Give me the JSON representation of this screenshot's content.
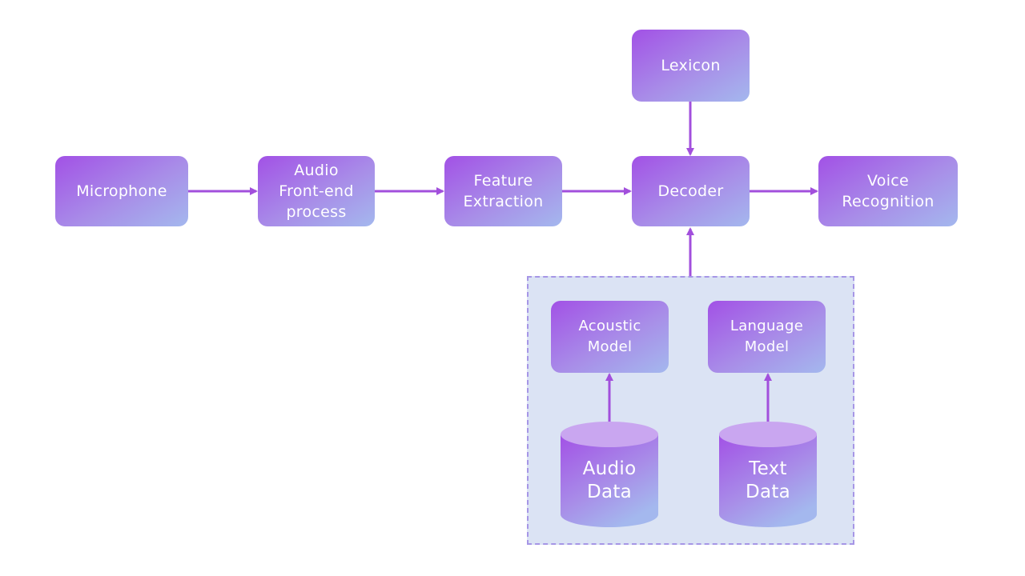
{
  "nodes": {
    "microphone": "Microphone",
    "audio_frontend": "Audio\nFront-end\nprocess",
    "feature_extraction": "Feature\nExtraction",
    "decoder": "Decoder",
    "voice_recognition": "Voice\nRecognition",
    "lexicon": "Lexicon",
    "acoustic_model": "Acoustic\nModel",
    "language_model": "Language\nModel",
    "audio_data": "Audio\nData",
    "text_data": "Text\nData"
  },
  "colors": {
    "node_start": "#a251e6",
    "node_end": "#a4b8ee",
    "arrow": "#a24fdc",
    "group_fill": "#dbe3f4",
    "group_border": "#a696e6"
  }
}
